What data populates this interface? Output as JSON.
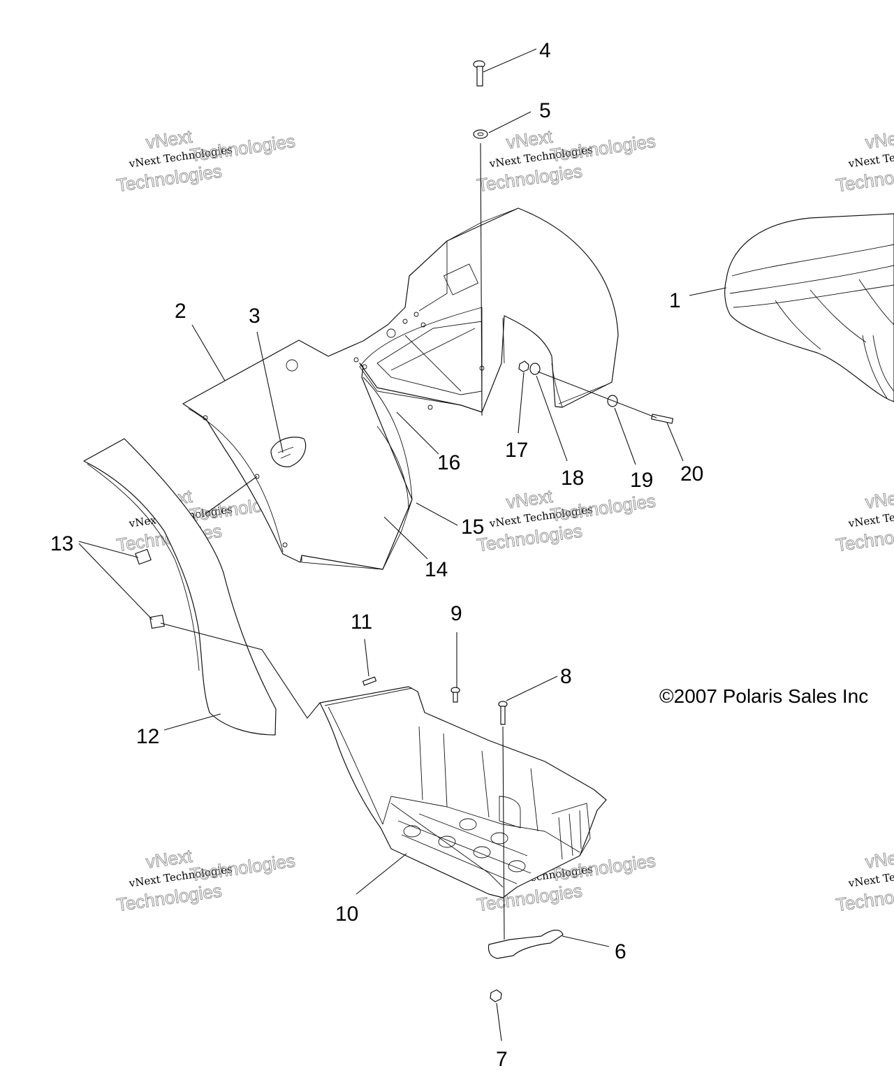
{
  "diagram": {
    "callouts": {
      "c1": "1",
      "c2": "2",
      "c3": "3",
      "c4": "4",
      "c5": "5",
      "c6": "6",
      "c7": "7",
      "c8": "8",
      "c9": "9",
      "c10": "10",
      "c11": "11",
      "c12": "12",
      "c13": "13",
      "c14": "14",
      "c15": "15",
      "c16": "16",
      "c17": "17",
      "c18": "18",
      "c19": "19",
      "c20": "20"
    },
    "copyright": "©2007 Polaris Sales Inc",
    "watermark": {
      "line1": "vNext Technologies",
      "outline_top": "vNext",
      "outline_mid": "Technologies",
      "outline_bottom": "Technologies"
    }
  }
}
